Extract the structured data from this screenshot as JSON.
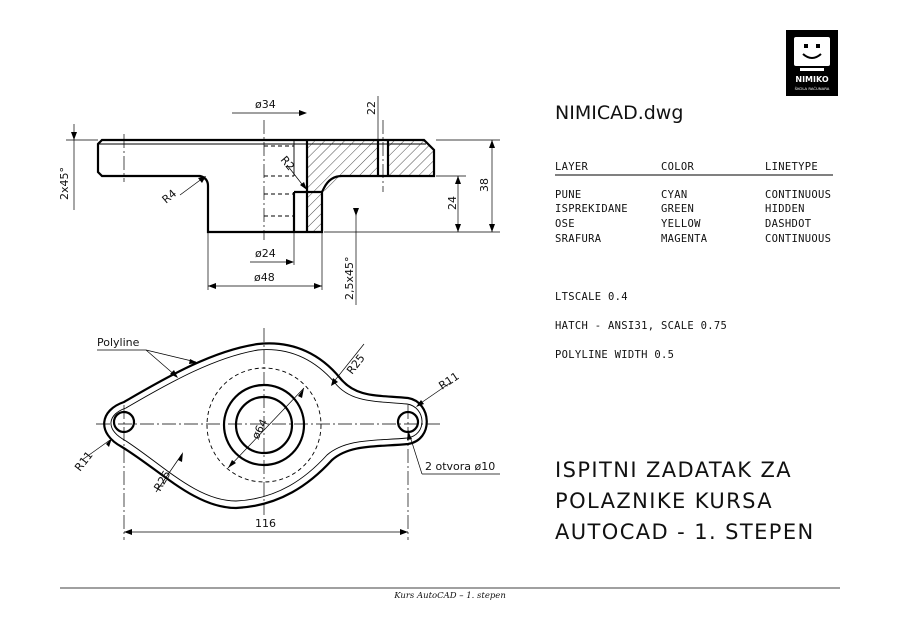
{
  "logo": {
    "brand": "NIMIKO",
    "tagline": "ŠKOLA RAČUNARA"
  },
  "file_title": "NIMICAD.dwg",
  "layer_table": {
    "headers": [
      "LAYER",
      "COLOR",
      "LINETYPE"
    ],
    "rows": [
      {
        "layer": "PUNE",
        "color": "CYAN",
        "linetype": "CONTINUOUS"
      },
      {
        "layer": "ISPREKIDANE",
        "color": "GREEN",
        "linetype": "HIDDEN"
      },
      {
        "layer": "OSE",
        "color": "YELLOW",
        "linetype": "DASHDOT"
      },
      {
        "layer": "SRAFURA",
        "color": "MAGENTA",
        "linetype": "CONTINUOUS"
      }
    ]
  },
  "settings": {
    "ltscale": "LTSCALE 0.4",
    "hatch": "HATCH - ANSI31, SCALE 0.75",
    "polyline_width": "POLYLINE WIDTH 0.5"
  },
  "big_title": {
    "line1": "ISPITNI ZADATAK ZA",
    "line2": "POLAZNIKE KURSA",
    "line3": "AUTOCAD - 1. STEPEN"
  },
  "section_view": {
    "dims": {
      "d34": "ø34",
      "d22": "22",
      "chamfer_2": "2x45°",
      "r2": "R2",
      "r4": "R4",
      "d24_height": "24",
      "d38": "38",
      "d24_dia": "ø24",
      "d48": "ø48",
      "chamfer_25": "2,5x45°"
    }
  },
  "plan_view": {
    "dims": {
      "polyline": "Polyline",
      "r25_top": "R25",
      "r11_right": "R11",
      "d64": "ø64",
      "r11_left": "R11",
      "r25_bottom": "R25",
      "holes": "2 otvora ø10",
      "d116": "116"
    }
  },
  "footer": "Kurs AutoCAD – 1. stepen"
}
